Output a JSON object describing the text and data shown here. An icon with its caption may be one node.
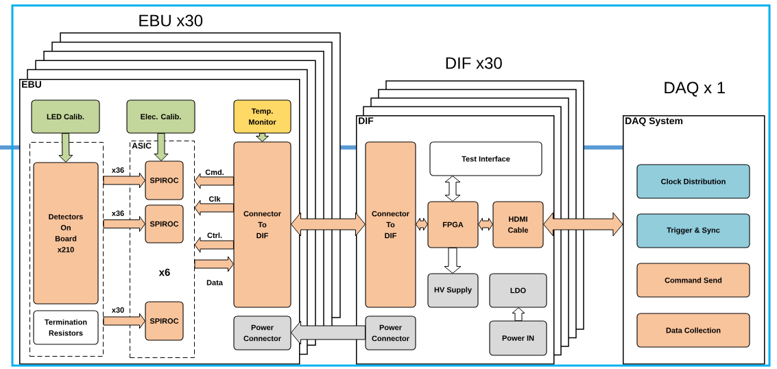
{
  "diagram": {
    "nodes": [
      {
        "text": [
          "EBU"
        ],
        "beside": [
          "EBU x30"
        ]
      },
      {
        "text": [
          "LED Calib."
        ],
        "in": 0
      },
      {
        "text": [
          "Elec. Calib."
        ],
        "in": 0
      },
      {
        "text": [
          "Temp. Monitor"
        ],
        "in": 0
      },
      {
        "text": [],
        "shape": "box",
        "in": 0
      },
      {
        "text": [
          "Detectors On Board x210"
        ],
        "in": 4
      },
      {
        "text": [
          "Termination Resistors"
        ],
        "in": 4
      },
      {
        "text": [
          "ASIC"
        ],
        "in": 0
      },
      {
        "text": [
          "SPIROC"
        ],
        "in": 7
      },
      {
        "text": [
          "SPIROC"
        ],
        "in": 7
      },
      {
        "text": [
          "SPIROC"
        ],
        "in": 7
      },
      {
        "text": [
          "Connector To DIF"
        ],
        "in": 0
      },
      {
        "text": [
          "Power Connector"
        ],
        "in": 0
      },
      {
        "text": [
          "DIF"
        ],
        "beside": [
          "DIF x30"
        ]
      },
      {
        "text": [
          "Connector To DIF"
        ],
        "in": 13
      },
      {
        "text": [
          "Test Interface"
        ],
        "in": 13
      },
      {
        "text": [
          "FPGA"
        ],
        "in": 13
      },
      {
        "text": [
          "HDMI Cable"
        ],
        "in": 13
      },
      {
        "text": [
          "HV Supply"
        ],
        "in": 13
      },
      {
        "text": [
          "LDO"
        ],
        "in": 13
      },
      {
        "text": [
          "Power Connector"
        ],
        "in": 13
      },
      {
        "text": [
          "Power IN"
        ],
        "in": 13
      },
      {
        "text": [
          "DAQ System"
        ],
        "beside": [
          "DAQ x 1"
        ]
      },
      {
        "text": [
          "Clock Distribution"
        ],
        "in": 22
      },
      {
        "text": [
          "Trigger & Sync"
        ],
        "in": 22
      },
      {
        "text": [
          "Command Send"
        ],
        "in": 22
      },
      {
        "text": [
          "Data Collection"
        ],
        "in": 22
      }
    ],
    "edges": [
      {
        "from": 1,
        "to": 5,
        "arrow": "to",
        "color": "#c3d69b"
      },
      {
        "from": 2,
        "to": 8,
        "arrow": "to",
        "color": "#c3d69b"
      },
      {
        "from": 3,
        "to": 11,
        "arrow": "to",
        "color": "#c3d69b"
      },
      {
        "from": 4,
        "to": 8,
        "arrow": "to",
        "label": "x36"
      },
      {
        "from": 4,
        "to": 9,
        "arrow": "to",
        "label": "x36"
      },
      {
        "from": 4,
        "to": 10,
        "arrow": "to",
        "label": "x30"
      },
      {
        "from": 11,
        "to": 7,
        "arrow": "to",
        "label": "Cmd."
      },
      {
        "from": 11,
        "to": 7,
        "arrow": "to",
        "label": "Clk"
      },
      {
        "from": 11,
        "to": 7,
        "arrow": "to",
        "label": "Ctrl."
      },
      {
        "from": 7,
        "to": 11,
        "arrow": "to",
        "label": "Data"
      },
      {
        "from": 11,
        "to": 14,
        "arrow": "both"
      },
      {
        "from": 20,
        "to": 12,
        "arrow": "to",
        "color": "#d9d9d9"
      },
      {
        "from": 15,
        "to": 16,
        "arrow": "both",
        "color": "#ffffff"
      },
      {
        "from": 14,
        "to": 16,
        "arrow": "both"
      },
      {
        "from": 16,
        "to": 17,
        "arrow": "both"
      },
      {
        "from": 16,
        "to": 18,
        "arrow": "to",
        "color": "#ffffff"
      },
      {
        "from": 21,
        "to": 19,
        "arrow": "to",
        "color": "#ffffff"
      },
      {
        "from": 17,
        "to": 22,
        "arrow": "both"
      }
    ],
    "labels": [
      "x6"
    ]
  }
}
